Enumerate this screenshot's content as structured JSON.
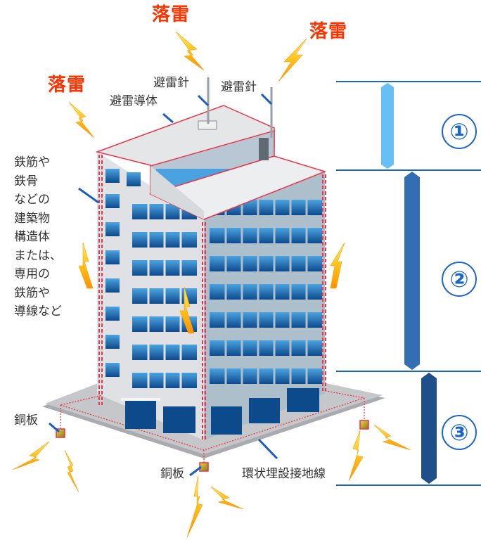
{
  "strike_labels": [
    "落雷",
    "落雷",
    "落雷"
  ],
  "labels": {
    "lightning_rod_1": "避雷針",
    "lightning_rod_2": "避雷針",
    "down_conductor": "避雷導体",
    "copper_plate_left": "銅板",
    "copper_plate_bottom": "銅板",
    "ring_earth": "環状埋設接地線"
  },
  "structure_note": [
    "鉄筋や",
    "鉄骨",
    "などの",
    "建築物",
    "構造体",
    "または、",
    "専用の",
    "鉄筋や",
    "導線など"
  ],
  "zones": [
    {
      "number": "①",
      "color": "#66bff5"
    },
    {
      "number": "②",
      "color": "#336db3"
    },
    {
      "number": "③",
      "color": "#1f4f8a"
    }
  ],
  "colors": {
    "strike_text": "#ff3300",
    "conductor": "#e8364c",
    "leader_line": "#1a5cc8",
    "zone_line": "#1a66cc",
    "bolt": "#ffb400"
  }
}
